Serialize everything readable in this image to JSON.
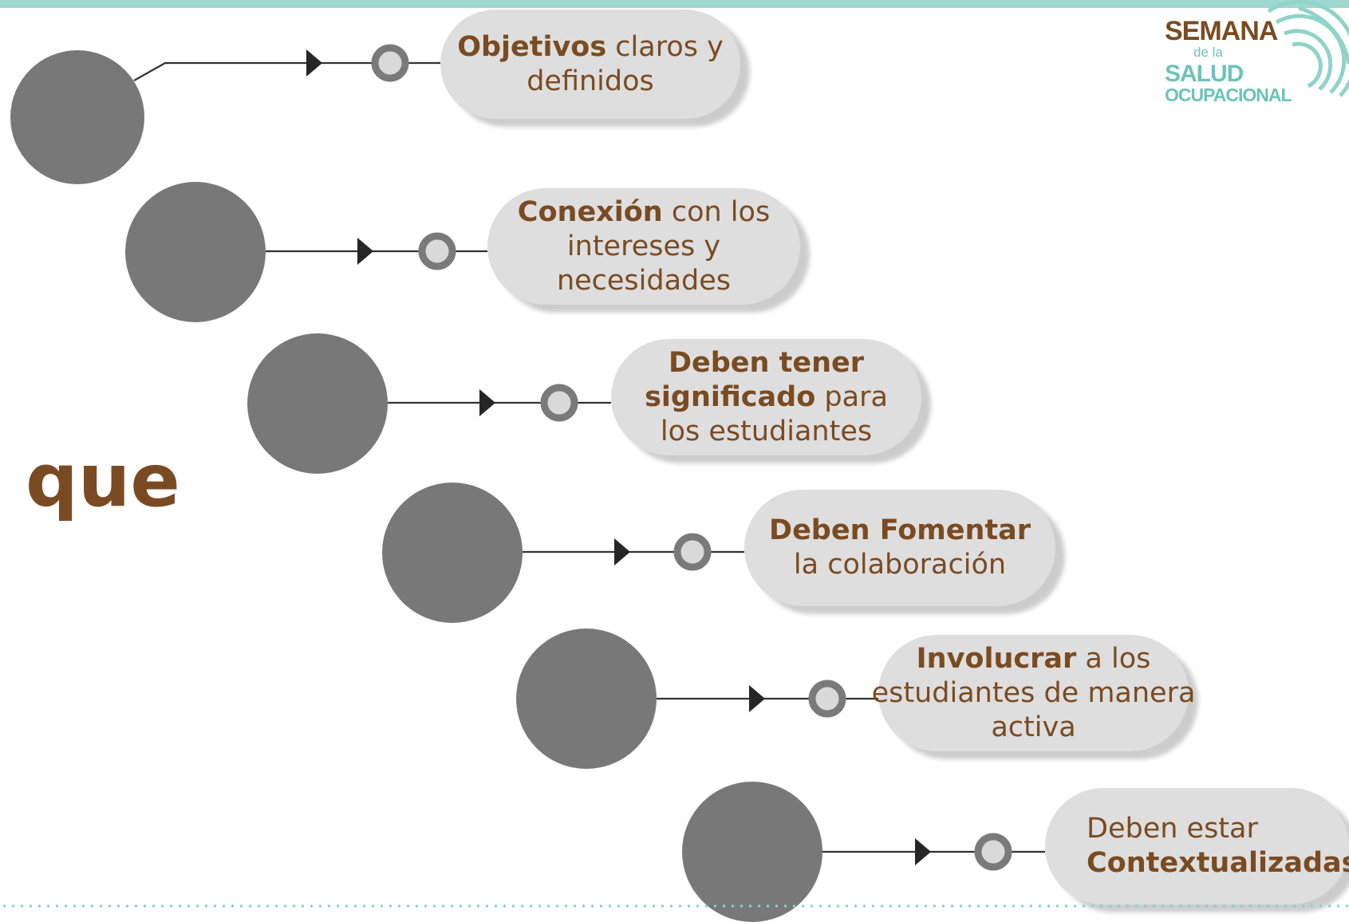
{
  "title_word": "que",
  "logo": {
    "line1": "SEMANA",
    "line2": "de la",
    "line3": "SALUD",
    "line4": "OCUPACIONAL",
    "colors": {
      "brown": "#7a4b22",
      "teal": "#6cc3b8"
    }
  },
  "items": [
    {
      "lines": [
        [
          {
            "t": "Objetivos",
            "b": true
          },
          {
            "t": " claros y",
            "b": false
          }
        ],
        [
          {
            "t": "definidos",
            "b": false
          }
        ]
      ]
    },
    {
      "lines": [
        [
          {
            "t": "Conexión",
            "b": true
          },
          {
            "t": " con los",
            "b": false
          }
        ],
        [
          {
            "t": "intereses y",
            "b": false
          }
        ],
        [
          {
            "t": "necesidades",
            "b": false
          }
        ]
      ]
    },
    {
      "lines": [
        [
          {
            "t": "Deben tener",
            "b": true
          }
        ],
        [
          {
            "t": "significado",
            "b": true
          },
          {
            "t": " para",
            "b": false
          }
        ],
        [
          {
            "t": "los estudiantes",
            "b": false
          }
        ]
      ]
    },
    {
      "lines": [
        [
          {
            "t": "Deben Fomentar",
            "b": true
          }
        ],
        [
          {
            "t": "la colaboración",
            "b": false
          }
        ]
      ]
    },
    {
      "lines": [
        [
          {
            "t": "Involucrar",
            "b": true
          },
          {
            "t": " a los",
            "b": false
          }
        ],
        [
          {
            "t": "estudiantes de manera",
            "b": false
          }
        ],
        [
          {
            "t": "activa",
            "b": false
          }
        ]
      ]
    },
    {
      "lines": [
        [
          {
            "t": "Deben estar",
            "b": false
          }
        ],
        [
          {
            "t": "Contextualizadas",
            "b": true
          }
        ]
      ]
    }
  ],
  "colors": {
    "accent_text": "#7a4b22",
    "node": "#787878",
    "pill": "#dedede",
    "band": "#9ed8d0"
  }
}
